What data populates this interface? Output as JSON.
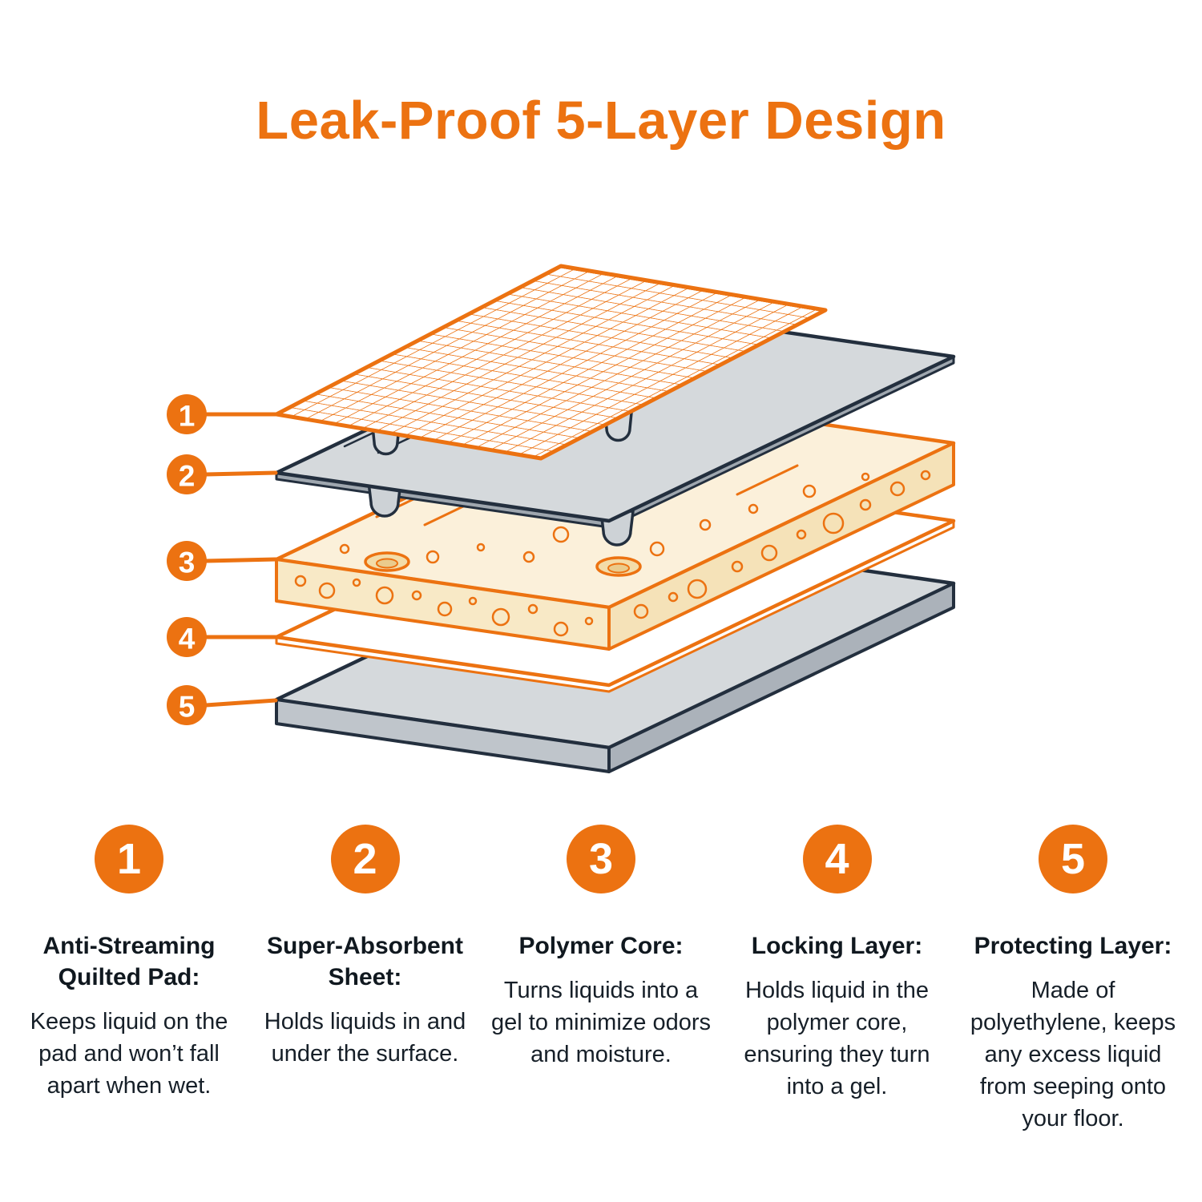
{
  "title": "Leak-Proof 5-Layer Design",
  "colors": {
    "accent_orange": "#EC7211",
    "outline_navy": "#232F3E",
    "layer_gray": "#D5D9DC",
    "core_cream": "#FBF0DA",
    "text_dark": "#10181f"
  },
  "layers": [
    {
      "number": "1",
      "heading": "Anti-Streaming Quilted Pad:",
      "description": "Keeps liquid on the pad and won’t fall apart when wet."
    },
    {
      "number": "2",
      "heading": "Super-Absorbent Sheet:",
      "description": "Holds liquids in and under the surface."
    },
    {
      "number": "3",
      "heading": "Polymer Core:",
      "description": "Turns liquids into a gel to minimize odors and moisture."
    },
    {
      "number": "4",
      "heading": "Locking Layer:",
      "description": "Holds liquid in the polymer core, ensuring they turn into a gel."
    },
    {
      "number": "5",
      "heading": "Protecting Layer:",
      "description": "Made of polyethylene, keeps any excess liquid from seeping onto your floor."
    }
  ]
}
